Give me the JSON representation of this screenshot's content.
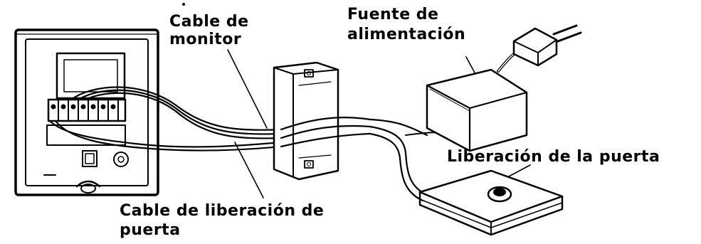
{
  "labels": {
    "monitor_cable_line1": "Cable de",
    "monitor_cable_line2": "monitor",
    "power_supply_line1": "Fuente de",
    "power_supply_line2": "alimentación",
    "door_release": "Liberación de la puerta",
    "door_release_cable_line1": "Cable de liberación de",
    "door_release_cable_line2": "puerta"
  },
  "colors": {
    "line": "#000000",
    "background": "#ffffff",
    "panel_fill": "#ffffff"
  }
}
